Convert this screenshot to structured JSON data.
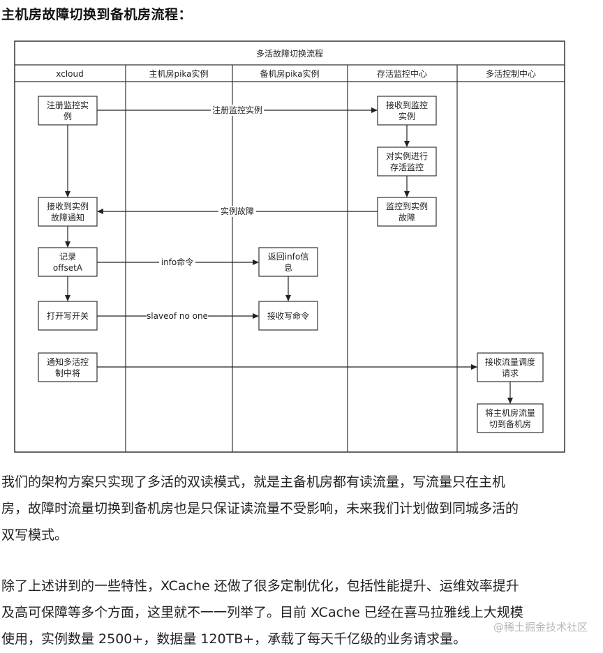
{
  "heading": "主机房故障切换到备机房流程：",
  "diagram": {
    "title": "多活故障切换流程",
    "lanes": [
      "xcloud",
      "主机房pika实例",
      "备机房pika实例",
      "存活监控中心",
      "多活控制中心"
    ],
    "boxes": {
      "register": [
        "注册监控实",
        "例"
      ],
      "recv_register": [
        "接收到监控",
        "实例"
      ],
      "survive_monitor": [
        "对实例进行",
        "存活监控"
      ],
      "detect_fault": [
        "监控到实例",
        "故障"
      ],
      "recv_fault": [
        "接收到实例",
        "故障通知"
      ],
      "record": [
        "记录",
        "offsetA"
      ],
      "return_info": [
        "返回info信",
        "息"
      ],
      "open_switch": [
        "打开写开关"
      ],
      "recv_write": [
        "接收写命令"
      ],
      "notify": [
        "通知多活控",
        "制中将"
      ],
      "recv_traffic": [
        "接收流量调度",
        "请求"
      ],
      "switch_traffic": [
        "将主机房流量",
        "切到备机房"
      ]
    },
    "arrow_labels": {
      "register": "注册监控实例",
      "fault": "实例故障",
      "info": "info命令",
      "slaveof": "slaveof no one"
    }
  },
  "paragraphs": [
    [
      "我们的架构方案只实现了多活的双读模式，就是主备机房都有读流量，写流量只在主机",
      "房，故障时流量切换到备机房也是只保证读流量不受影响，未来我们计划做到同城多活的",
      "双写模式。"
    ],
    [
      "除了上述讲到的一些特性，XCache 还做了很多定制优化，包括性能提升、运维效率提升",
      "及高可保障等多个方面，这里就不一一列举了。目前 XCache 已经在喜马拉雅线上大规模",
      "使用，实例数量 2500+，数据量 120TB+，承载了每天千亿级的业务请求量。"
    ]
  ],
  "watermark": "@稀土掘金技术社区"
}
